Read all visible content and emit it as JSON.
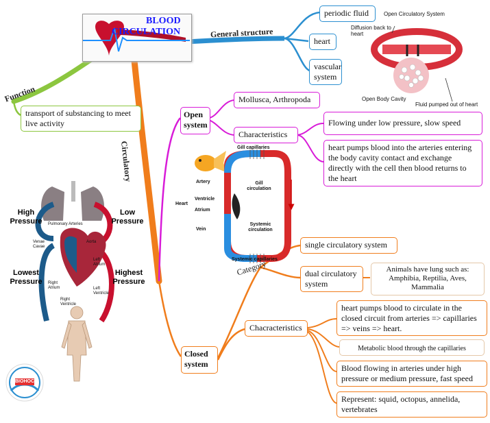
{
  "title": {
    "line1": "BLOOD",
    "line2": "CIRCULATION"
  },
  "branches": {
    "general_structure": "General structure",
    "function": "Function",
    "circulatory": "Circulatory",
    "category": "Category"
  },
  "general_structure": {
    "items": [
      "periodic fluid",
      "heart",
      "vascular system"
    ],
    "image_labels": {
      "title": "Open Circulatory System",
      "diffusion": "Diffusion back to heart",
      "body_cavity": "Open Body Cavity",
      "fluid_out": "Fluid pumped out of heart"
    }
  },
  "function": {
    "text": "transport of substancing to meet live activity"
  },
  "open_system": {
    "label": "Open system",
    "group": "Mollusca, Arthropoda",
    "characteristics_label": "Characteristics",
    "characteristics": [
      "Flowing under low pressure, slow speed",
      "heart pumps blood into the arteries entering the body cavity contact and exchange directly with the cell then blood returns to the heart"
    ]
  },
  "fish_diagram": {
    "gill_capillaries": "Gill capillaries",
    "gill_circulation": "Gill circulation",
    "artery": "Artery",
    "heart": "Heart",
    "ventricle": "Ventricle",
    "atrium": "Atrium",
    "vein": "Vein",
    "systemic_circulation": "Systemic circulation",
    "systemic_capillaries": "Systemic capillaries"
  },
  "human_diagram": {
    "high_pressure": "High Pressure",
    "low_pressure": "Low Pressure",
    "lowest_pressure": "Lowest Pressure",
    "highest_pressure": "Highest Pressure",
    "pulmonary_arteries": "Pulmonary Arteries",
    "venae_cavae": "Venae Cavae",
    "aorta": "Aorta",
    "left_atrium": "Left Atrium",
    "right_atrium": "Right Atrium",
    "right_ventricle": "Right Ventricle",
    "left_ventricle": "Left Ventricle"
  },
  "category": {
    "single": "single circulatory system",
    "dual": "dual circulatory system",
    "dual_note": "Animals have lung such as: Amphibia, Reptilia, Aves, Mammalia"
  },
  "closed_system": {
    "label": "Closed system",
    "characteristics_label": "Chacracteristics",
    "items": [
      "heart pumps blood to circulate in the closed circuit from arteries => capillaries => veins => heart.",
      "Metabolic blood through the capillaries",
      "Blood flowing in arteries under high pressure or medium pressure, fast speed",
      "Represent: squid, octopus, annelida, vertebrates"
    ]
  },
  "logo": {
    "text": "BIOHOC"
  },
  "colors": {
    "blue": "#2b8fd0",
    "green": "#8cc63f",
    "magenta": "#d81bd8",
    "orange": "#f07d1c",
    "title": "#1a1aff"
  }
}
